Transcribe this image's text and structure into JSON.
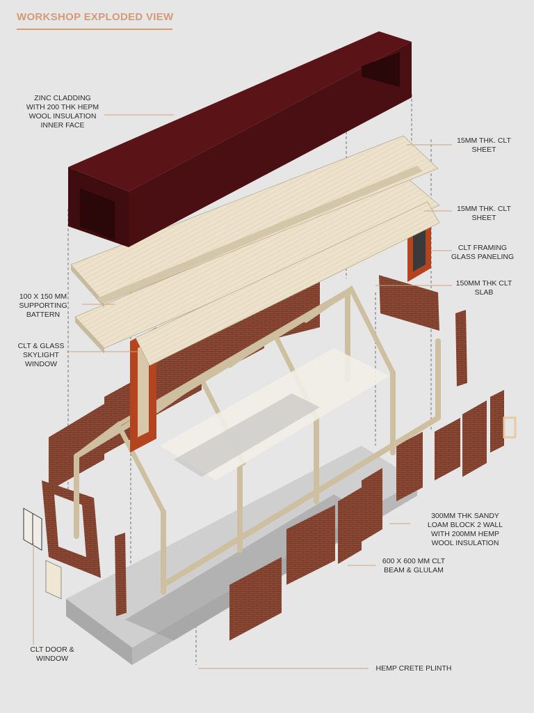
{
  "title": "WORKSHOP EXPLODED VIEW",
  "colors": {
    "background": "#e6e6e6",
    "accent": "#d49a77",
    "zinc_cladding": "#4a0f12",
    "clt": "#e9dcc4",
    "timber_frame": "#d8ccb0",
    "brick": "#8c4a35",
    "clt_window_frame": "#b4431f",
    "plinth": "#c8c8c8"
  },
  "labels": {
    "zinc": [
      "ZINC CLADDING",
      "WITH 200 THK HEPM",
      "WOOL INSULATION",
      "INNER FACE"
    ],
    "clt_sheet_1": [
      "15MM THK. CLT",
      "SHEET"
    ],
    "clt_sheet_2": [
      "15MM THK. CLT",
      "SHEET"
    ],
    "clt_framing": [
      "CLT FRAMING",
      "GLASS PANELING"
    ],
    "clt_slab": [
      "150MM THK CLT",
      "SLAB"
    ],
    "batten": [
      "100 X 150 MM",
      "SUPPORTING",
      "BATTERN"
    ],
    "skylight": [
      "CLT & GLASS",
      "SKYLIGHT",
      "WINDOW"
    ],
    "loam_wall": [
      "300MM THK SANDY",
      "LOAM BLOCK 2 WALL",
      "WITH 200MM HEMP",
      "WOOL INSULATION"
    ],
    "beam": [
      "600 X 600 MM CLT",
      "BEAM & GLULAM"
    ],
    "door": [
      "CLT DOOR &",
      "WINDOW"
    ],
    "plinth": [
      "HEMP CRETE PLINTH"
    ]
  }
}
